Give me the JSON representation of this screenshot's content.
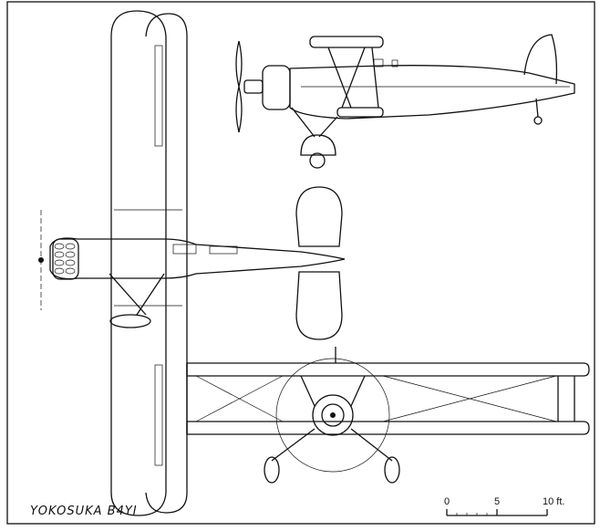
{
  "title": "YOKOSUKA B4YI",
  "scale": {
    "labels": [
      "0",
      "5",
      "10 ft."
    ],
    "unit": "ft",
    "max": 10
  },
  "colors": {
    "ink": "#111111",
    "paper": "#ffffff"
  }
}
